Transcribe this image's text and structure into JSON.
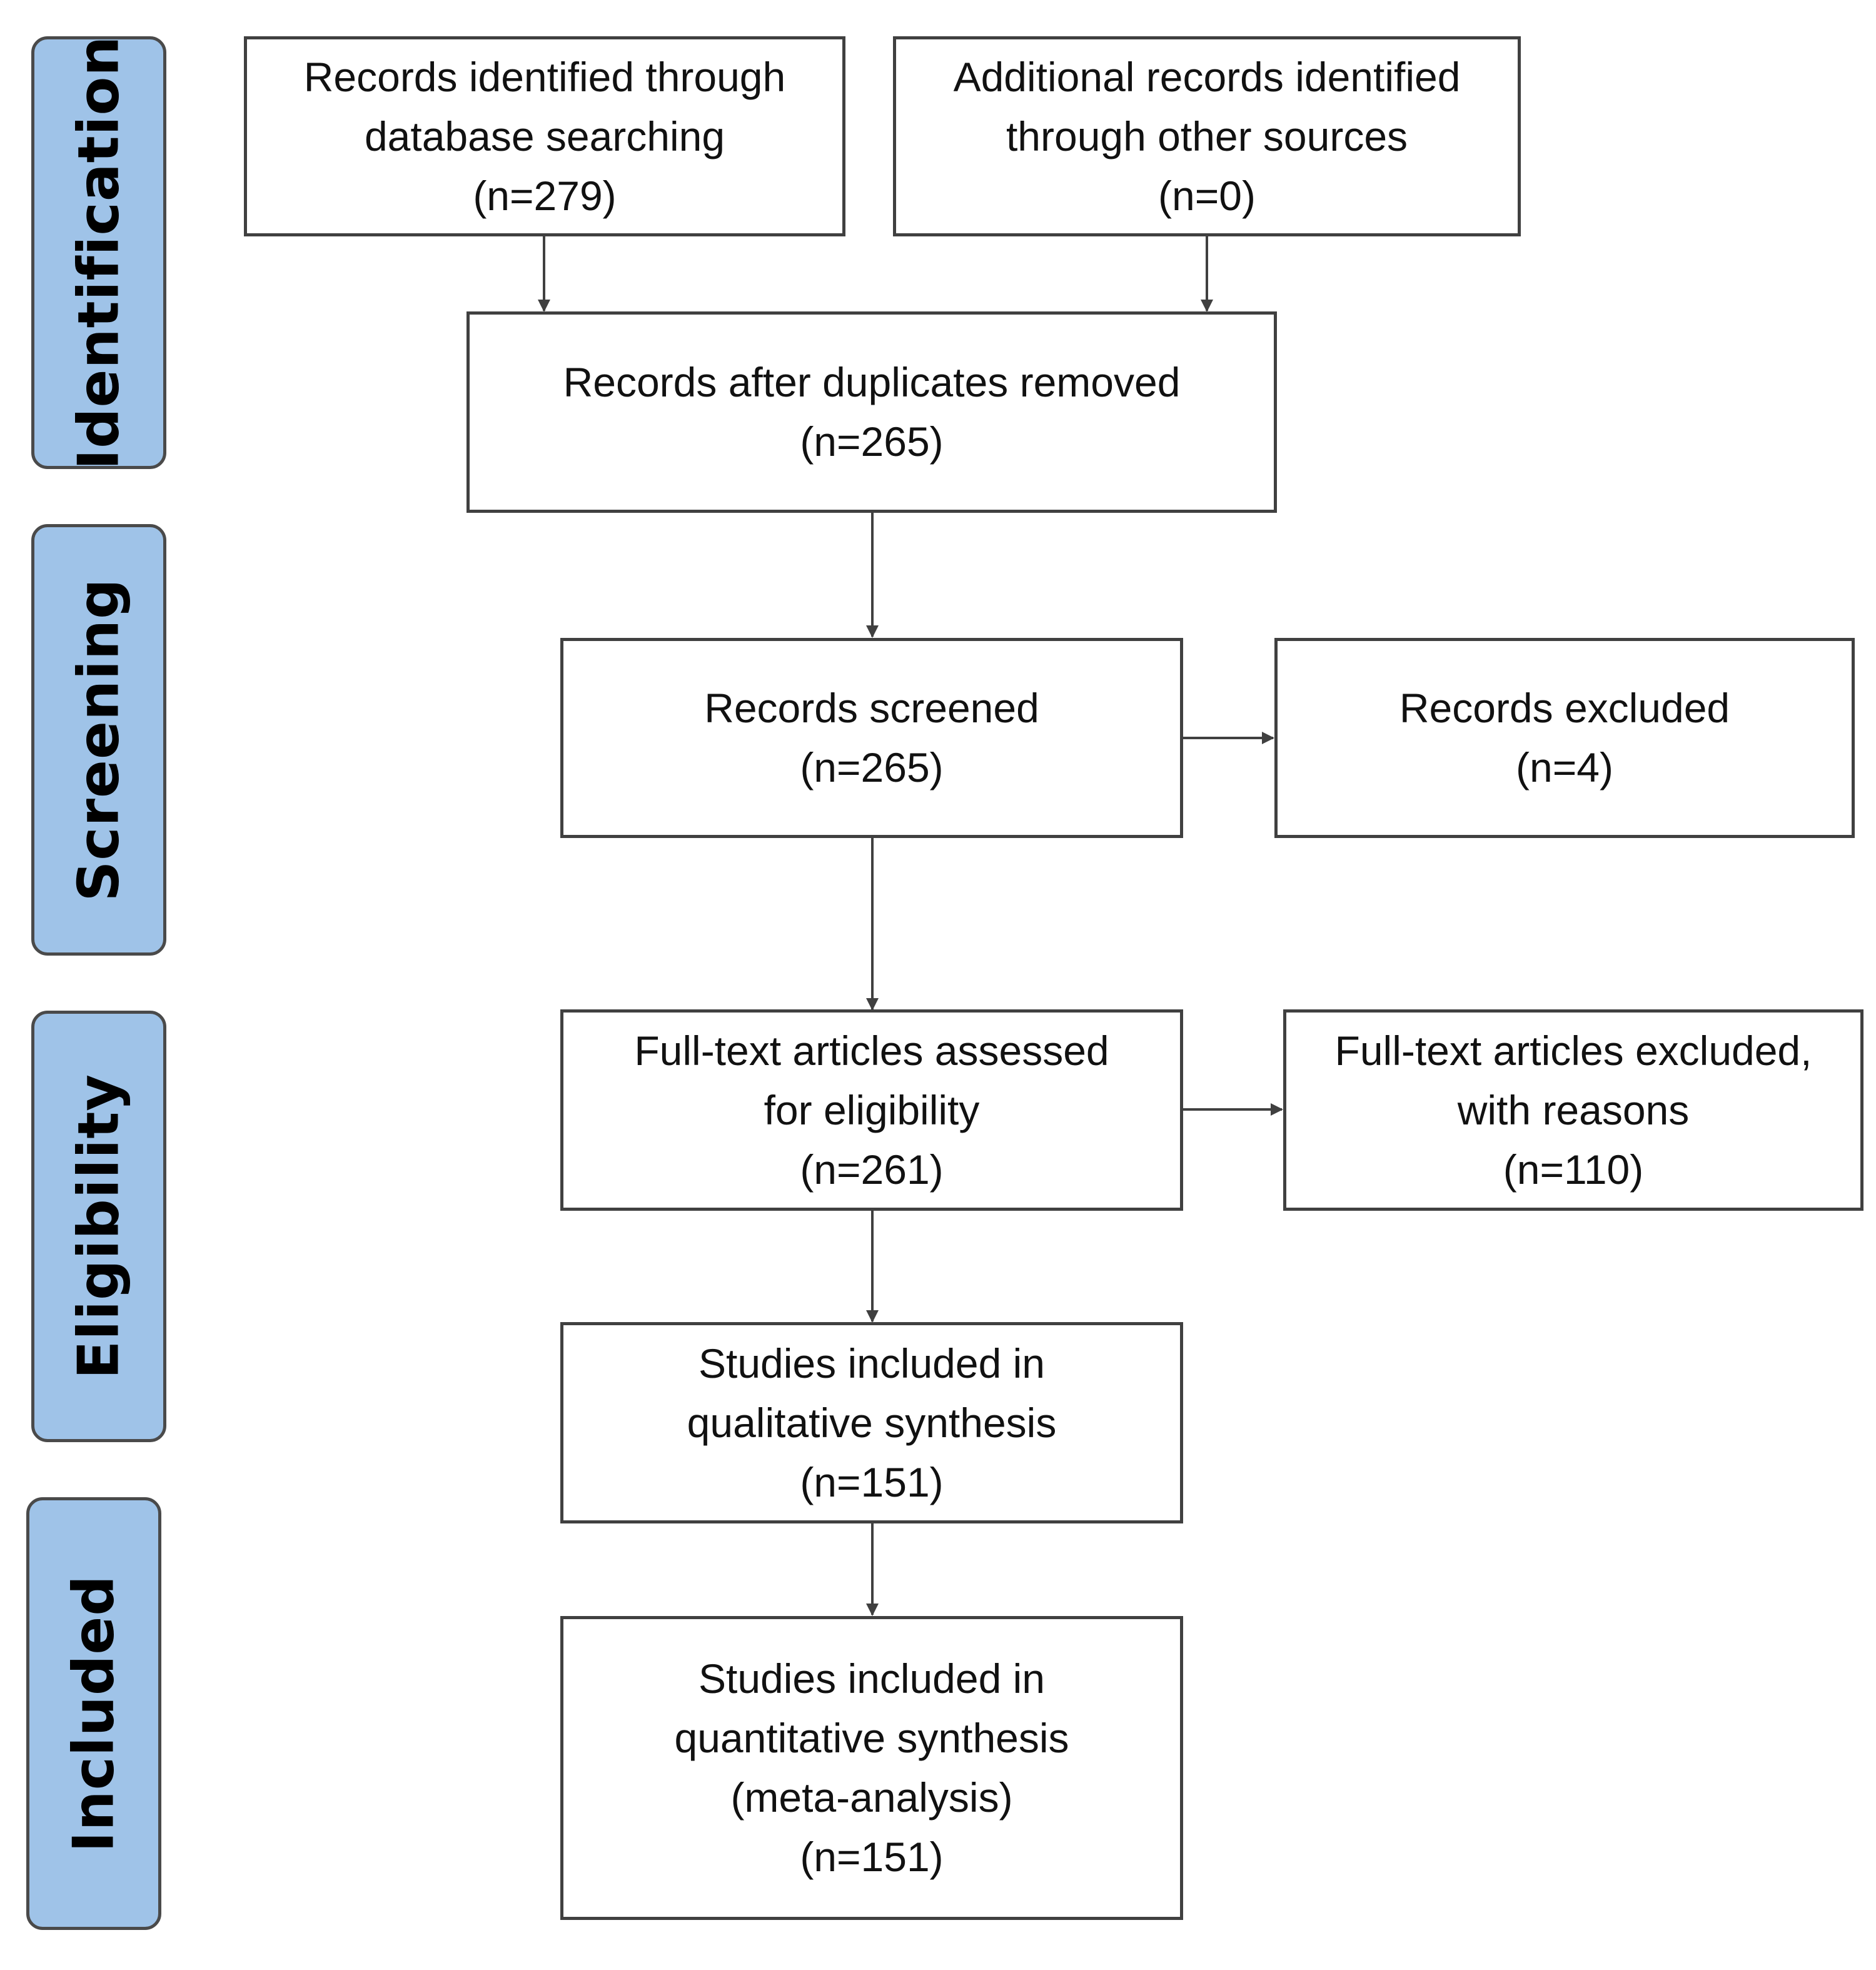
{
  "colors": {
    "stage_fill": "#9fc3e8",
    "stage_border": "#4a4a4a",
    "box_border": "#404040",
    "arrow": "#404040",
    "text": "#111111"
  },
  "stages": {
    "identification": "Identification",
    "screening": "Screening",
    "eligibility": "Eligibility",
    "included": "Included"
  },
  "boxes": {
    "database_records": {
      "line1": "Records identified through",
      "line2": "database searching",
      "count": "(n=279)"
    },
    "other_records": {
      "line1": "Additional records identified",
      "line2": "through other sources",
      "count": "(n=0)"
    },
    "after_duplicates": {
      "line1": "Records after duplicates removed",
      "count": "(n=265)"
    },
    "screened": {
      "line1": "Records screened",
      "count": "(n=265)"
    },
    "excluded": {
      "line1": "Records excluded",
      "count": "(n=4)"
    },
    "fulltext_assessed": {
      "line1": "Full-text articles assessed",
      "line2": "for eligibility",
      "count": "(n=261)"
    },
    "fulltext_excluded": {
      "line1": "Full-text articles excluded,",
      "line2": "with reasons",
      "count": "(n=110)"
    },
    "qualitative": {
      "line1": "Studies included in",
      "line2": "qualitative synthesis",
      "count": "(n=151)"
    },
    "quantitative": {
      "line1": "Studies included in",
      "line2": "quantitative synthesis",
      "line3": "(meta-analysis)",
      "count": "(n=151)"
    }
  }
}
